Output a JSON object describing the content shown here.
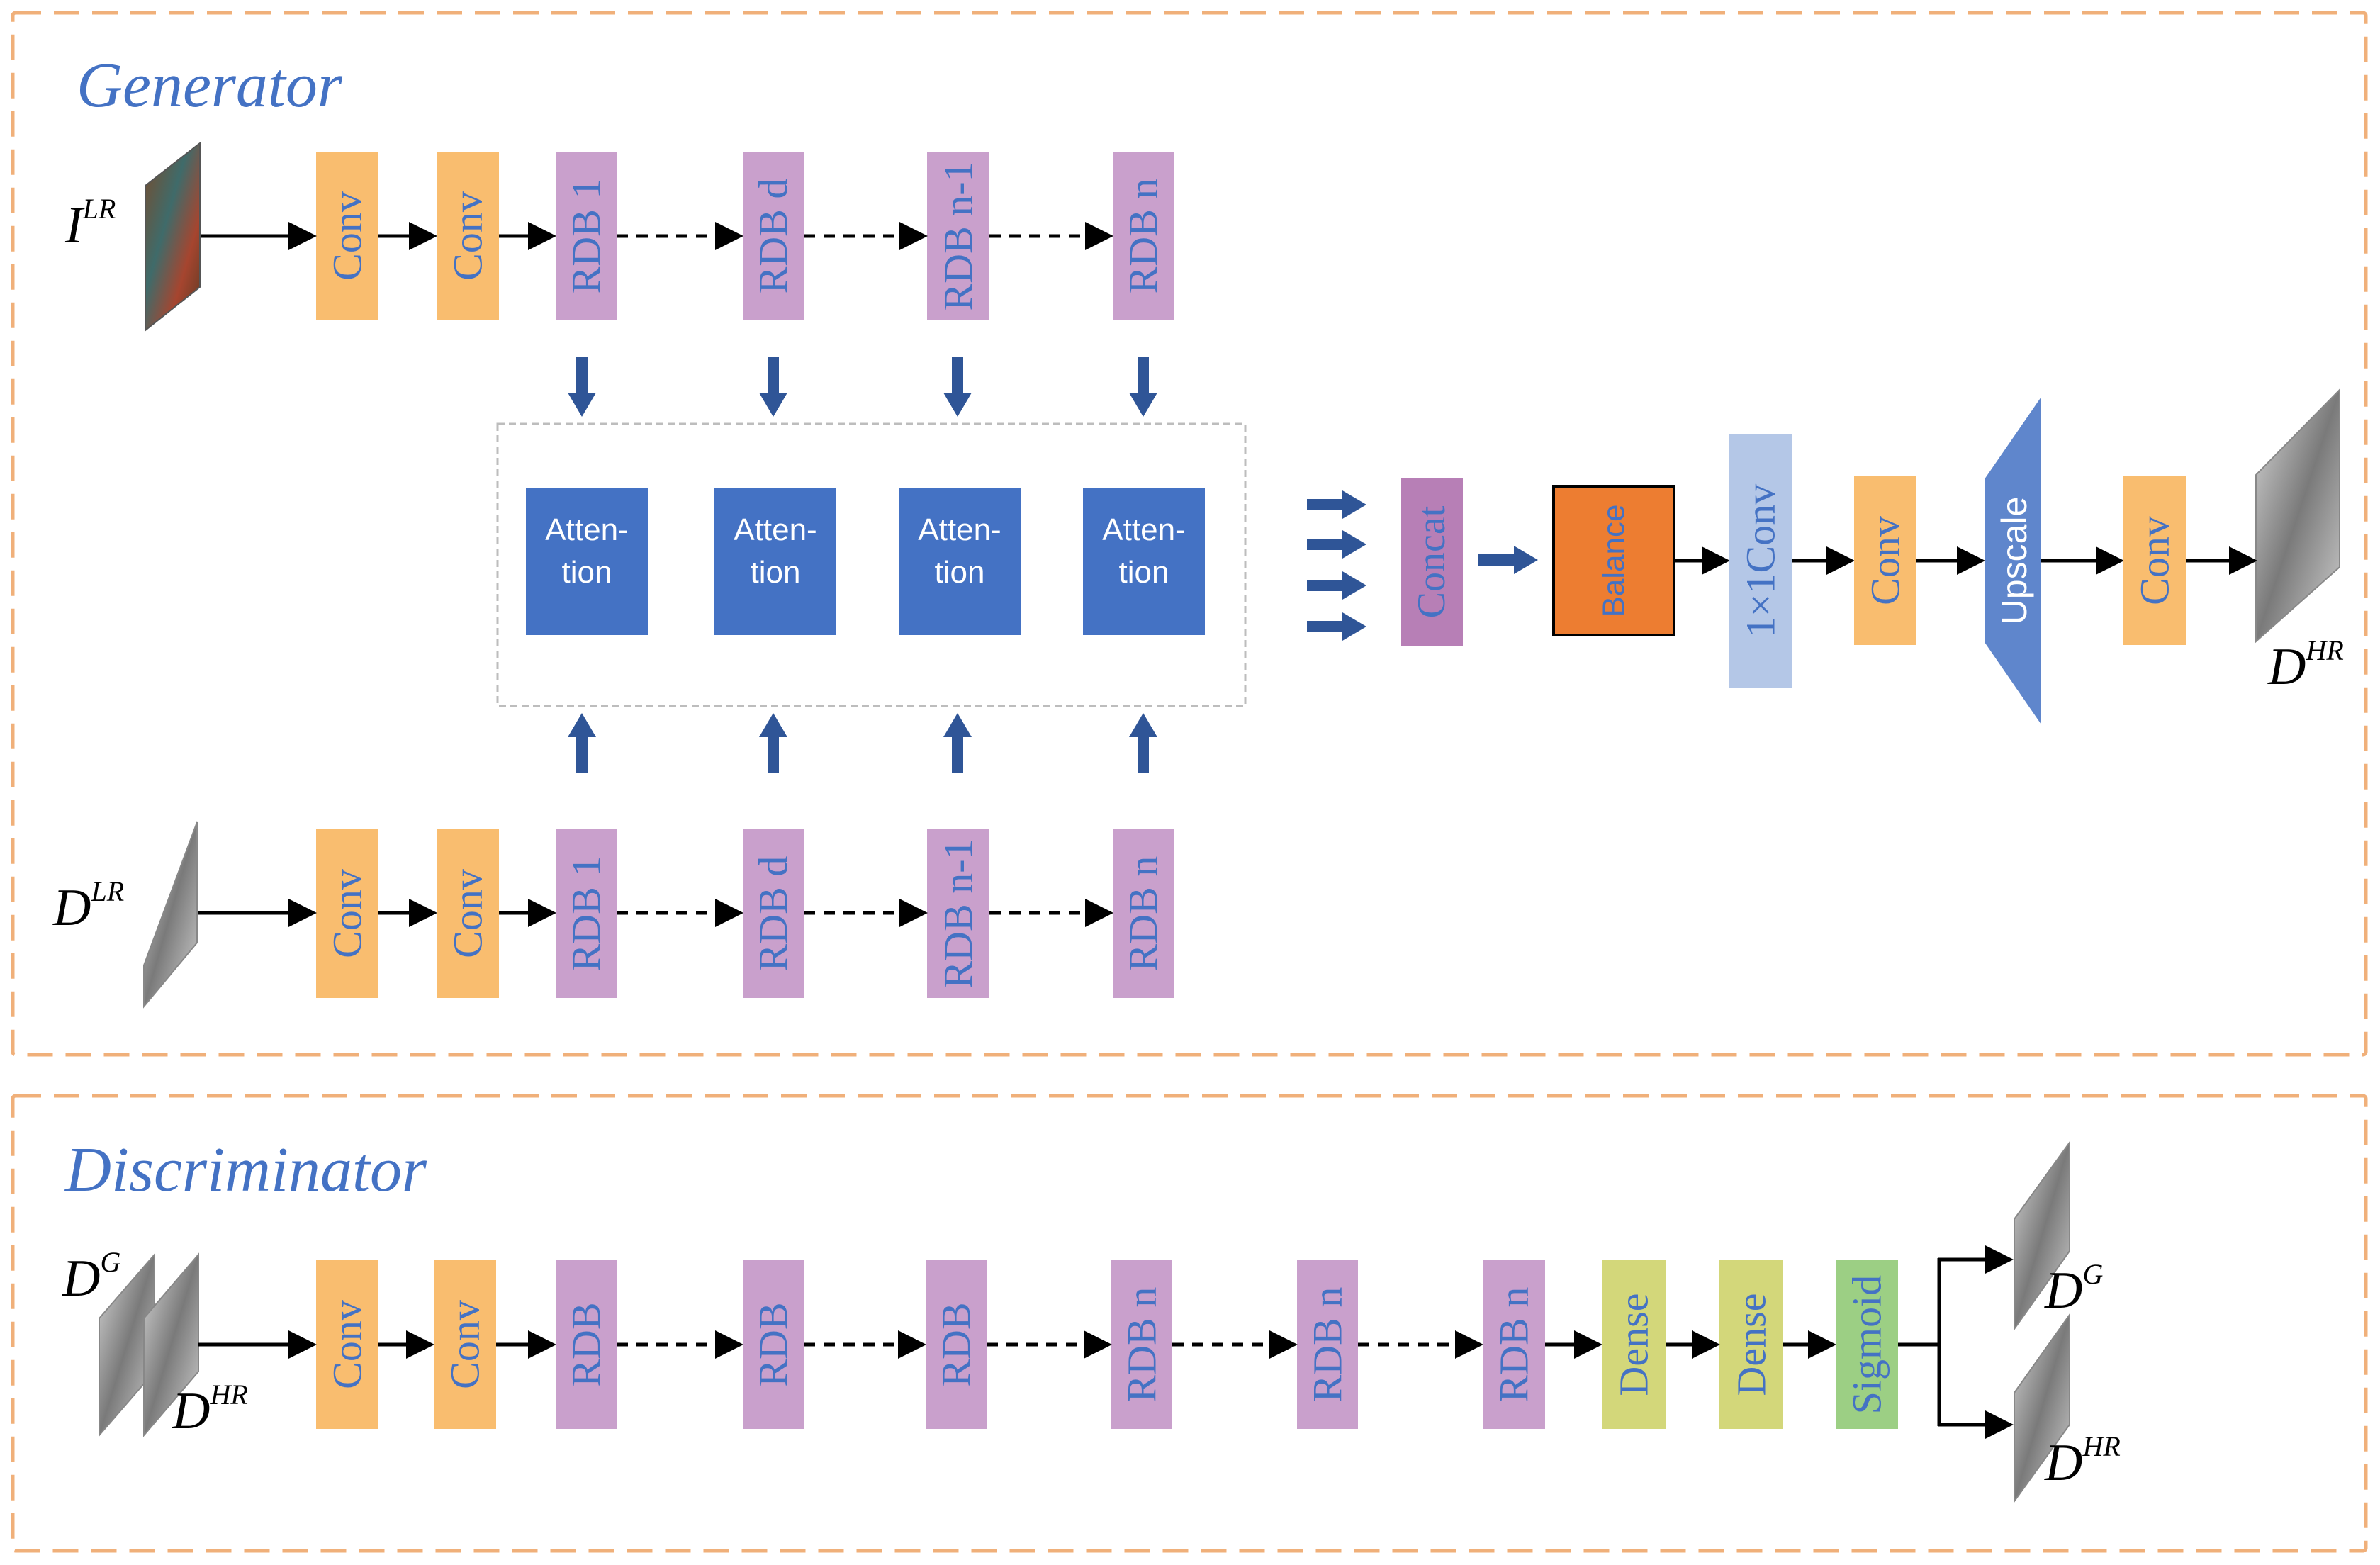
{
  "generator": {
    "title": "Generator",
    "input_color_label": "I",
    "input_color_sup": "LR",
    "input_depth_label": "D",
    "input_depth_sup": "LR",
    "output_label": "D",
    "output_sup": "HR",
    "top_row": [
      "Conv",
      "Conv",
      "RDB 1",
      "RDB d",
      "RDB n-1",
      "RDB n"
    ],
    "bottom_row": [
      "Conv",
      "Conv",
      "RDB 1",
      "RDB d",
      "RDB n-1",
      "RDB n"
    ],
    "attention": [
      "Atten-\ntion",
      "Atten-\ntion",
      "Atten-\ntion",
      "Atten-\ntion"
    ],
    "fusion": [
      "Concat",
      "Balance",
      "1×1Conv",
      "Conv",
      "Upscale",
      "Conv"
    ]
  },
  "discriminator": {
    "title": "Discriminator",
    "input_g_label": "D",
    "input_g_sup": "G",
    "input_hr_label": "D",
    "input_hr_sup": "HR",
    "row": [
      "Conv",
      "Conv",
      "RDB",
      "RDB",
      "RDB",
      "RDB n",
      "RDB n",
      "RDB n",
      "Dense",
      "Dense",
      "Sigmoid"
    ],
    "output_g_label": "D",
    "output_g_sup": "G",
    "output_hr_label": "D",
    "output_hr_sup": "HR"
  },
  "colors": {
    "panel_border": "#f0b07a",
    "title": "#4472c4",
    "conv": "#f9bd6f",
    "rdb": "#c9a0cc",
    "attention": "#4472c4",
    "concat": "#b77fb6",
    "balance": "#ed7d31",
    "conv1x1": "#b4c7e7",
    "upscale": "#5f86cc",
    "dense": "#d3d77a",
    "sigmoid": "#9ccf84",
    "block_text": "#4472c4",
    "arrow_blue": "#2f5597"
  }
}
